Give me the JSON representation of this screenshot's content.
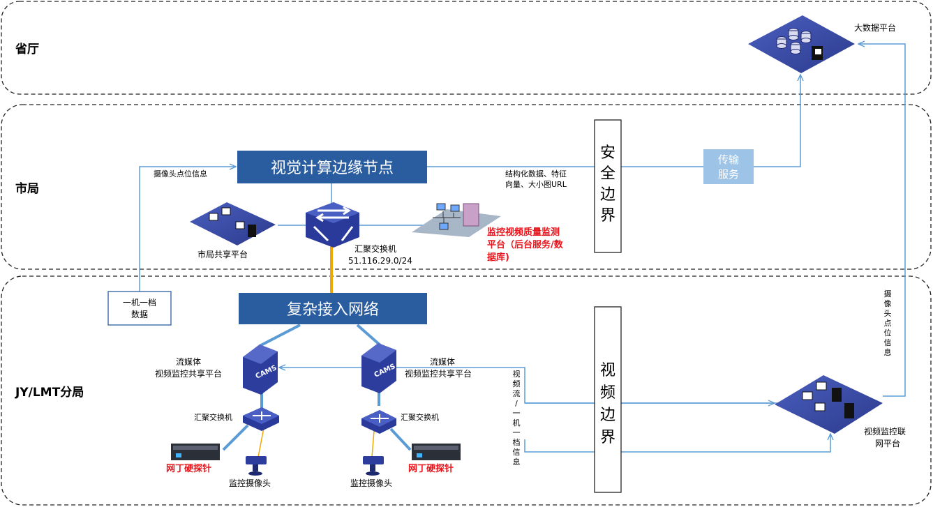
{
  "zones": {
    "province": "省厅",
    "city": "市局",
    "branch": "JY/LMT分局"
  },
  "bigdata_platform": "大数据平台",
  "edge_node": "视觉计算边缘节点",
  "camera_point_info": "摄像头点位信息",
  "structured_data": [
    "结构化数据、特征",
    "向量、大小图URL"
  ],
  "security_boundary": [
    "安",
    "全",
    "边",
    "界"
  ],
  "transfer_service": [
    "传输",
    "服务"
  ],
  "city_share_platform": "市局共享平台",
  "agg_switch": "汇聚交换机",
  "agg_subnet": "51.116.29.0/24",
  "quality_platform": [
    "监控视频质量监测",
    "平台（后台服务/数",
    "据库)"
  ],
  "one_machine_one_file": [
    "一机一档",
    "数据"
  ],
  "complex_network": "复杂接入网络",
  "camera_point_info_vertical": [
    "摄",
    "像",
    "头",
    "点",
    "位",
    "信",
    "息"
  ],
  "stream_media": [
    "流媒体",
    "视频监控共享平台"
  ],
  "cams_label": "CAMS",
  "switch_label": "汇聚交换机",
  "probe": "网丁硬探针",
  "camera": "监控摄像头",
  "video_stream_vertical": [
    "视",
    "频",
    "流",
    "/",
    "一",
    "机",
    "一",
    "档",
    "信",
    "息"
  ],
  "video_boundary": [
    "视",
    "频",
    "边",
    "界"
  ],
  "video_network_platform": [
    "视频监控联",
    "网平台"
  ],
  "colors": {
    "box_blue": "#2a5d9f",
    "line_blue": "#5b9bd5",
    "service_blue": "#9dc3e6",
    "feed_orange": "#f0a800",
    "device_blue": "#3b4aa0",
    "red_text": "#e8141b"
  }
}
